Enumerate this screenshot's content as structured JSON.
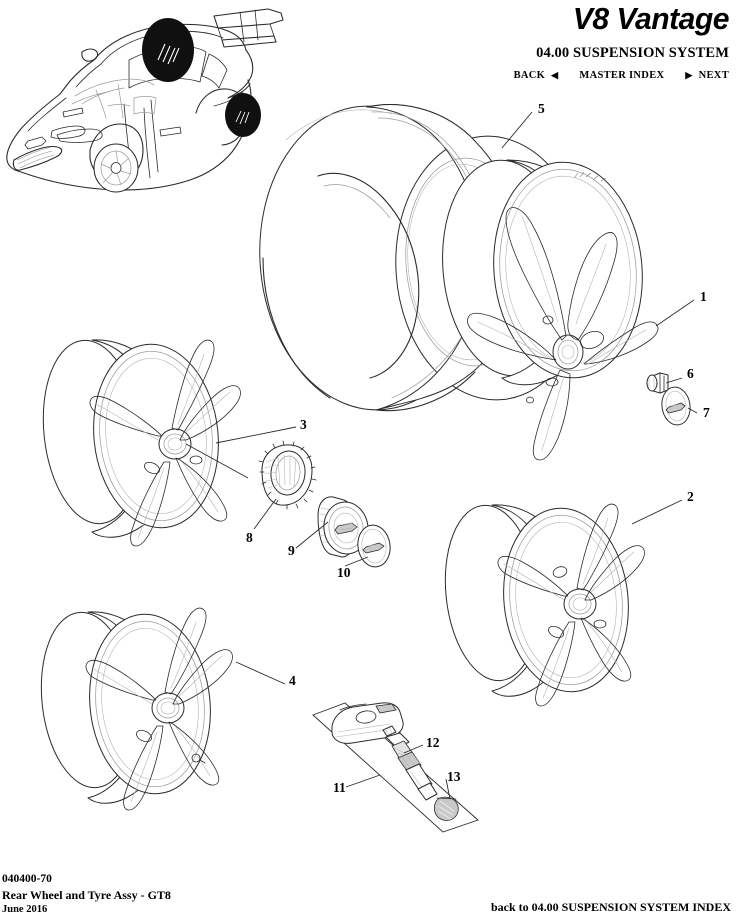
{
  "header": {
    "brand": "V8 Vantage",
    "section_title": "04.00 SUSPENSION SYSTEM",
    "nav": {
      "back_label": "BACK",
      "back_arrow": "◀",
      "master_index_label": "MASTER INDEX",
      "next_arrow": "▶",
      "next_label": "NEXT"
    }
  },
  "diagram": {
    "vehicle_thumbnail": "aston-martin-v8-vantage-three-quarter-view",
    "highlight_regions": 2,
    "callouts": [
      {
        "number": "1",
        "part": "rear-alloy-road-wheel-front-face"
      },
      {
        "number": "2",
        "part": "rear-alloy-road-wheel-alternate"
      },
      {
        "number": "3",
        "part": "rear-alloy-road-wheel-rear-face"
      },
      {
        "number": "4",
        "part": "rear-alloy-road-wheel-lower"
      },
      {
        "number": "5",
        "part": "rear-tyre"
      },
      {
        "number": "6",
        "part": "wheel-retaining-nut"
      },
      {
        "number": "7",
        "part": "wheel-nut-cover-cap"
      },
      {
        "number": "8",
        "part": "serrated-lock-ring"
      },
      {
        "number": "9",
        "part": "wheel-centre-hub-cap"
      },
      {
        "number": "10",
        "part": "centre-cap-badge-disc"
      },
      {
        "number": "11",
        "part": "tyre-pressure-sensor-assembly"
      },
      {
        "number": "12",
        "part": "tpms-valve-stem"
      },
      {
        "number": "13",
        "part": "valve-dust-cap"
      }
    ]
  },
  "footer": {
    "part_code": "040400-70",
    "description": "Rear Wheel and Tyre Assy - GT8",
    "date": "June 2016",
    "index_link": "back to 04.00 SUSPENSION SYSTEM INDEX"
  },
  "colors": {
    "ink": "#1a1a1a",
    "line": "#2b2b2b",
    "light_line": "#9a9a9a",
    "shade": "#d9d9d9",
    "dark_fill": "#111111",
    "background": "#ffffff"
  }
}
